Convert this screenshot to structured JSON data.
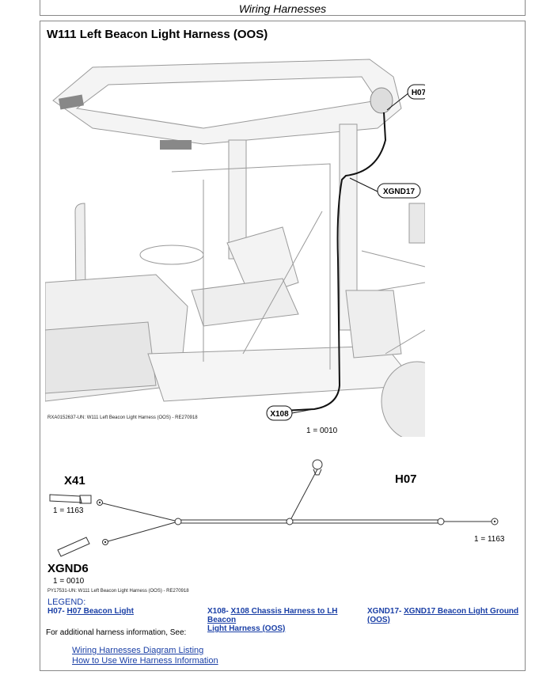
{
  "header": {
    "title": "Wiring Harnesses"
  },
  "panel": {
    "title": "W111 Left Beacon Light Harness (OOS)"
  },
  "illustration": {
    "callouts": [
      "H07",
      "XGND17",
      "X108"
    ],
    "caption": "RXA0152637-UN: W111 Left Beacon Light Harness (OOS) - RE270918"
  },
  "diagram": {
    "top_code": "1 = 0010",
    "x41": "X41",
    "x41_code": "1 = 1163",
    "h07": "H07",
    "h07_code": "1 = 1163",
    "xgnd6": "XGND6",
    "xgnd6_code": "1 = 0010",
    "caption": "PY17531-UN: W111 Left Beacon Light Harness (OOS) - RE270918"
  },
  "legend": {
    "heading": "LEGEND:",
    "items": [
      {
        "code": "H07-",
        "text": "H07 Beacon Light"
      },
      {
        "code": "X108-",
        "text1": "X108 Chassis Harness to LH Beacon",
        "text2": "Light Harness (OOS)"
      },
      {
        "code": "XGND17-",
        "text1": "XGND17 Beacon Light Ground",
        "text2": "(OOS)"
      }
    ]
  },
  "info": {
    "text": "For additional harness information, See:"
  },
  "links": [
    "Wiring Harnesses Diagram Listing",
    "How to Use Wire Harness Information"
  ]
}
